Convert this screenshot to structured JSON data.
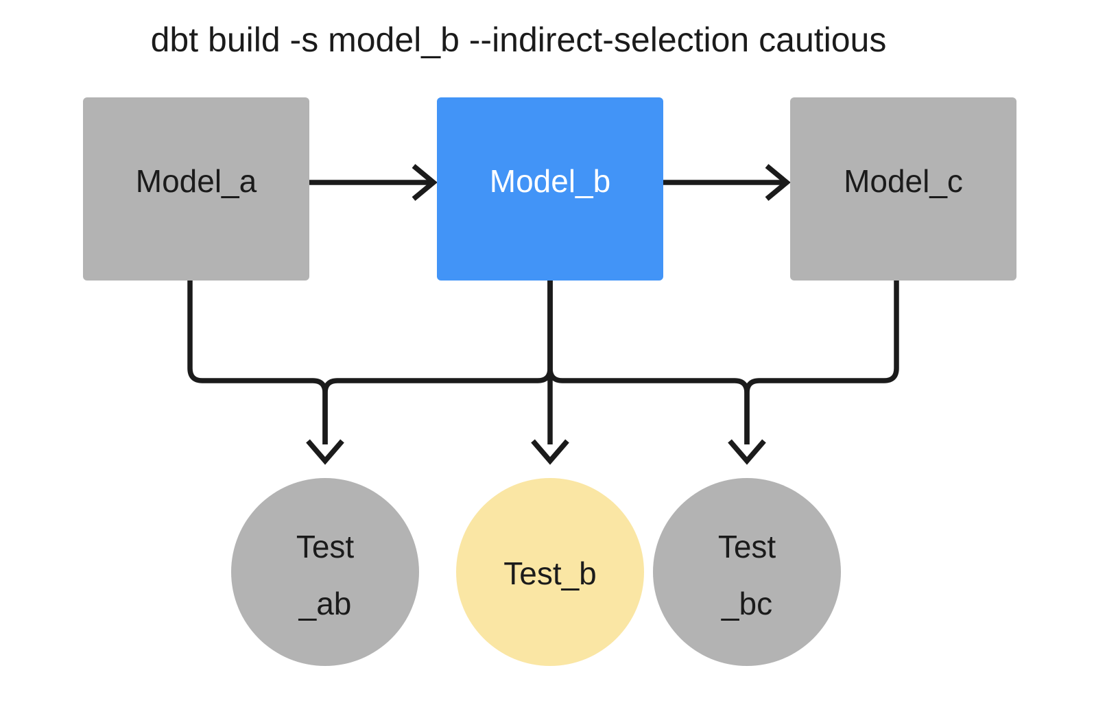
{
  "diagram": {
    "title": "dbt build -s model_b --indirect-selection cautious",
    "background_color": "#ffffff",
    "edge_color": "#1b1b1b",
    "colors": {
      "neutral": "#b3b3b3",
      "accent_selected": "#4294f7",
      "accent_test": "#fae6a4",
      "text_dark": "#1b1b1b",
      "text_light": "#ffffff"
    },
    "models": [
      {
        "id": "model_a",
        "label": "Model_a",
        "shape": "rectangle",
        "fill": "#b3b3b3",
        "text_color": "#1b1b1b",
        "selected": false
      },
      {
        "id": "model_b",
        "label": "Model_b",
        "shape": "rectangle",
        "fill": "#4294f7",
        "text_color": "#ffffff",
        "selected": true
      },
      {
        "id": "model_c",
        "label": "Model_c",
        "shape": "rectangle",
        "fill": "#b3b3b3",
        "text_color": "#1b1b1b",
        "selected": false
      }
    ],
    "tests": [
      {
        "id": "test_ab",
        "label_line1": "Test",
        "label_line2": "_ab",
        "shape": "circle",
        "fill": "#b3b3b3",
        "text_color": "#1b1b1b",
        "selected": false
      },
      {
        "id": "test_b",
        "label_line1": "Test_b",
        "label_line2": "",
        "shape": "circle",
        "fill": "#fae6a4",
        "text_color": "#1b1b1b",
        "selected": true
      },
      {
        "id": "test_bc",
        "label_line1": "Test",
        "label_line2": "_bc",
        "shape": "circle",
        "fill": "#b3b3b3",
        "text_color": "#1b1b1b",
        "selected": false
      }
    ],
    "edges": [
      {
        "id": "edge-model-a-to-model-b",
        "from": "model_a",
        "to": "model_b",
        "style": "straight-arrow"
      },
      {
        "id": "edge-model-b-to-model-c",
        "from": "model_b",
        "to": "model_c",
        "style": "straight-arrow"
      },
      {
        "id": "edge-model-a-to-test-ab",
        "from": "model_a",
        "to": "test_ab",
        "style": "elbow-arrow"
      },
      {
        "id": "edge-model-b-to-test-ab",
        "from": "model_b",
        "to": "test_ab",
        "style": "elbow-arrow"
      },
      {
        "id": "edge-model-b-to-test-b",
        "from": "model_b",
        "to": "test_b",
        "style": "straight-arrow"
      },
      {
        "id": "edge-model-b-to-test-bc",
        "from": "model_b",
        "to": "test_bc",
        "style": "elbow-arrow"
      },
      {
        "id": "edge-model-c-to-test-bc",
        "from": "model_c",
        "to": "test_bc",
        "style": "elbow-arrow"
      }
    ]
  }
}
